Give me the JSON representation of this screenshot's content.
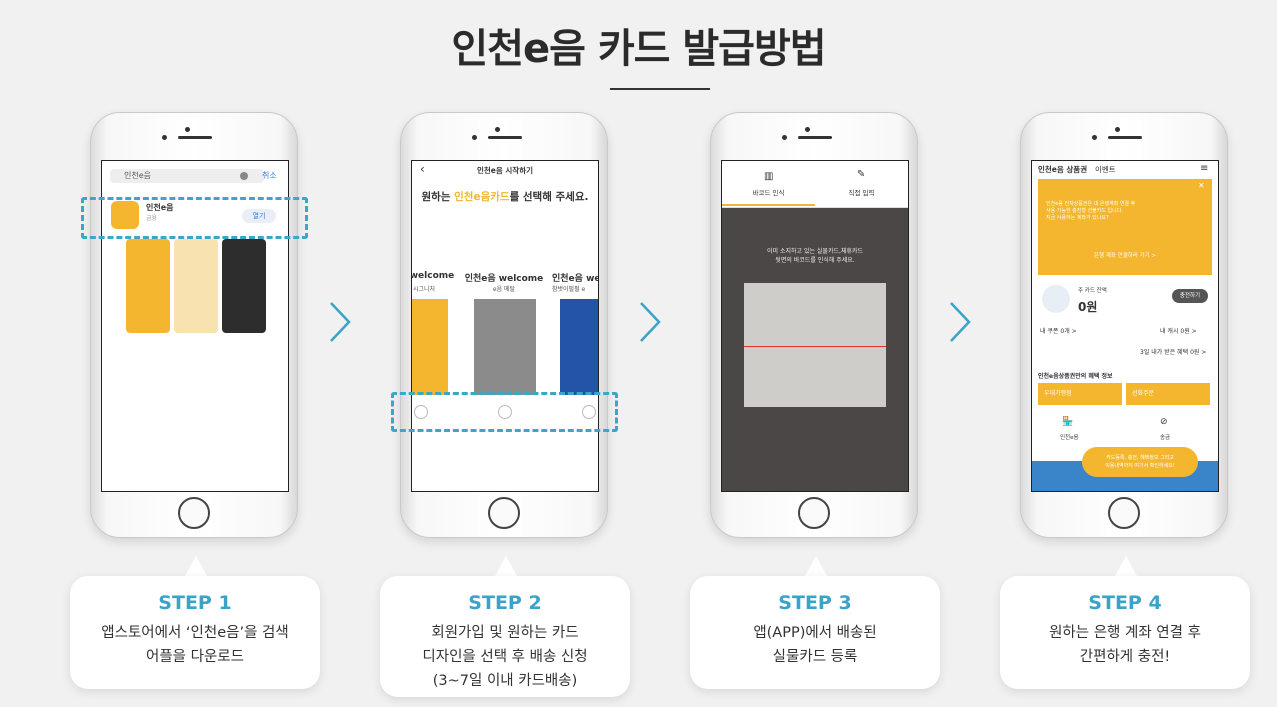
{
  "page": {
    "title": "인천e음 카드 발급방법"
  },
  "colors": {
    "accent": "#3ba3c9",
    "brand_yellow": "#f3b62e",
    "dash": "#3aa7c9"
  },
  "steps": [
    {
      "label": "STEP 1",
      "desc_lines": [
        "앱스토어에서 ‘인천e음’을 검색",
        "어플을 다운로드"
      ],
      "screen": {
        "search_value": "인천e음",
        "cancel": "취소",
        "app_name": "인천e음",
        "app_sub": "금융",
        "open": "열기"
      }
    },
    {
      "label": "STEP 2",
      "desc_lines": [
        "회원가입 및 원하는 카드",
        "디자인을 선택 후 배송 신청",
        "(3~7일 이내 카드배송)"
      ],
      "screen": {
        "header": "인천e음 시작하기",
        "prompt_pre": "원하는 ",
        "prompt_hl": "인천e음카드",
        "prompt_post": "를 선택해 주세요.",
        "cards": [
          {
            "name": "welcome",
            "sub": "시그니처"
          },
          {
            "name": "인천e음 welcome",
            "sub": "e음 메탈"
          },
          {
            "name": "인천e음 we",
            "sub": "참벗이펄펄 e"
          }
        ]
      }
    },
    {
      "label": "STEP 3",
      "desc_lines": [
        "앱(APP)에서 배송된",
        "실물카드 등록"
      ],
      "screen": {
        "tab_barcode": "바코드 인식",
        "tab_manual": "직접 입력",
        "hint_lines": [
          "이미 소지하고 있는 실물카드,체휴카드",
          "뒷면의 바코드를 인식해 주세요."
        ]
      }
    },
    {
      "label": "STEP 4",
      "desc_lines": [
        "원하는 은행 계좌 연결 후",
        "간편하게 충전!"
      ],
      "screen": {
        "header": "인천e음 상품권",
        "header_tab": "이벤트",
        "banner_lines": [
          "인천e음 전자상품권은 내 은행계좌 연결 후",
          "사용 가능한 충전형 선불카드 입니다.",
          "지금 사용하는 계좌가 있나요?"
        ],
        "banner_link": "은행 계좌 연결하러 가기 >",
        "balance_label": "주 카드 잔액",
        "balance": "0원",
        "charge": "충전하기",
        "coupon": "내 쿠폰 0개 >",
        "cash": "내 캐시 0원 >",
        "benefit": "3일 내가 받은 혜택 0원 >",
        "section": "인천e음상품권만의 혜택 정보",
        "btn1": "우대가맹점",
        "btn2": "선화주문",
        "icon1": "인천e음",
        "icon2": "송금",
        "bubble_lines": [
          "카드등록, 충전, 혜택정보 그리고",
          "이용내역까지 여기서 확인하세요!"
        ]
      }
    }
  ]
}
